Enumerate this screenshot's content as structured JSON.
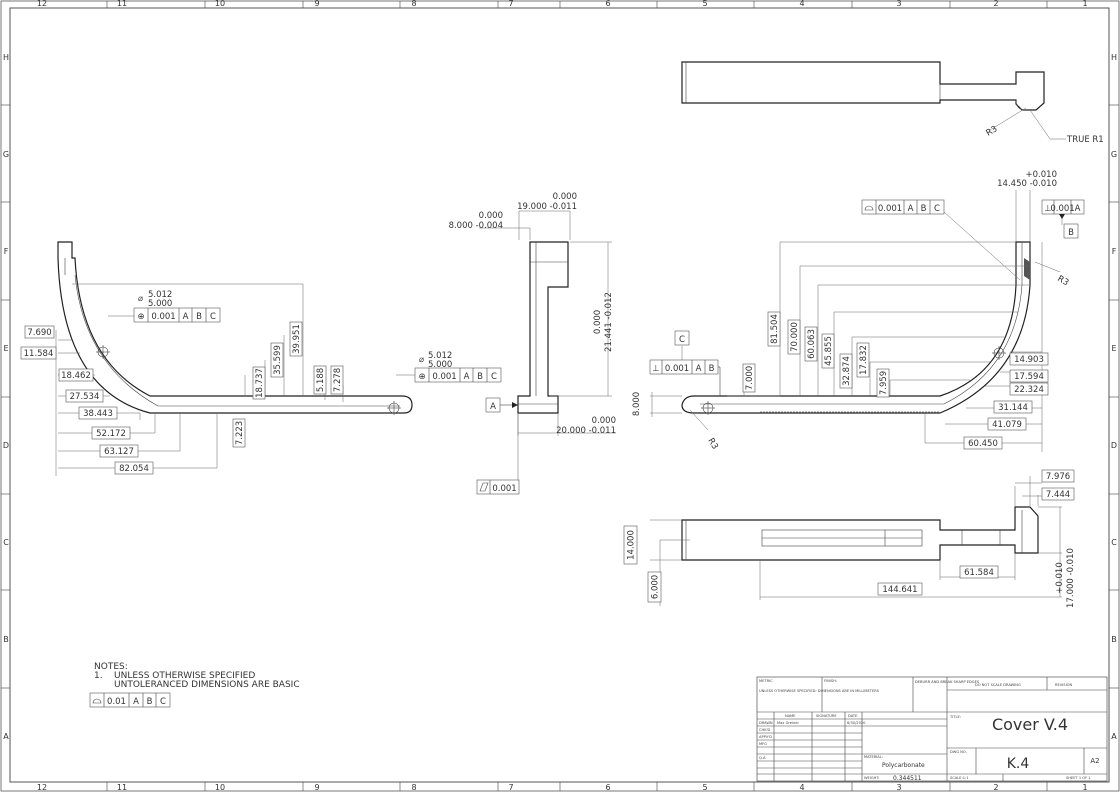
{
  "border": {
    "columns": [
      "12",
      "11",
      "10",
      "9",
      "8",
      "7",
      "6",
      "5",
      "4",
      "3",
      "2",
      "1"
    ],
    "rows": [
      "H",
      "G",
      "F",
      "E",
      "D",
      "C",
      "B",
      "A"
    ]
  },
  "notes": {
    "heading": "NOTES:",
    "item_number": "1.",
    "line1": "UNLESS OTHERWISE SPECIFIED",
    "line2": "UNTOLERANCED DIMENSIONS ARE BASIC",
    "fcf": [
      "0.01",
      "A",
      "B",
      "C"
    ]
  },
  "left_view": {
    "dims": [
      "7.690",
      "11.584",
      "18.462",
      "27.534",
      "38.443",
      "52.172",
      "63.127",
      "82.054",
      "7.223",
      "18.737",
      "35.599",
      "39.951",
      "5.188",
      "7.278"
    ],
    "hole1_dia": "5.012",
    "hole1_dia_low": "5.000",
    "hole1_fcf": [
      "0.001",
      "A",
      "B",
      "C"
    ],
    "hole2_dia": "5.012",
    "hole2_dia_low": "5.000",
    "hole2_fcf": [
      "0.001",
      "A",
      "B",
      "C"
    ]
  },
  "middle_view": {
    "top_tol_upper": "0.000",
    "top_tol": "19.000 -0.011",
    "left_tol_upper": "0.000",
    "left_tol": "8.000 -0.004",
    "height_tol_upper": "0.000",
    "height_tol": "21.441 -0.012",
    "bottom_tol_upper": "0.000",
    "bottom_tol": "20.000 -0.011",
    "datum": "A",
    "flatness": "0.001"
  },
  "right_view": {
    "profile_fcf": [
      "0.001",
      "A",
      "B",
      "C"
    ],
    "perp_fcf": [
      "0.001",
      "A"
    ],
    "datum_b": "B",
    "tol_upper": "+0.010",
    "tol_main": "14.450 -0.010",
    "radius": "R3",
    "radius_bottom": "R3",
    "vert_dims": [
      "81.504",
      "70.000",
      "60.063",
      "45.855",
      "32.874",
      "17.832",
      "7.959",
      "7.000",
      "8.000"
    ],
    "horiz_dims": [
      "14.903",
      "17.594",
      "22.324",
      "31.144",
      "41.079",
      "60.450"
    ],
    "datum_c": "C",
    "perp2_fcf": [
      "0.001",
      "A",
      "B"
    ]
  },
  "top_view": {
    "radius": "R3",
    "callout": "TRUE R1"
  },
  "bottom_view": {
    "dims": [
      "14.000",
      "6.000",
      "61.584",
      "144.641",
      "7.976",
      "7.444"
    ],
    "tol_upper": "+0.010",
    "tol_main": "17.000 -0.010"
  },
  "title_block": {
    "unless": "UNLESS OTHERWISE SPECIFIED: DIMENSIONS ARE IN MILLIMETERS",
    "metric": "METRIC",
    "finish": "FINISH:",
    "deburr": "DEBURR AND BREAK SHARP EDGES",
    "no_scale": "DO NOT SCALE DRAWING",
    "revision": "REVISION",
    "col_name": "NAME",
    "col_sig": "SIGNATURE",
    "col_date": "DATE",
    "drawn": "DRAWN",
    "drawn_name": "Max Greiner",
    "drawn_date": "6/30/2020",
    "chkd": "CHK'D",
    "appvd": "APPV'D",
    "mfg": "MFG",
    "qa": "Q.A",
    "material_label": "MATERIAL:",
    "material": "Polycarbonate",
    "weight_label": "WEIGHT:",
    "weight": "0.344511",
    "title_label": "TITLE:",
    "title": "Cover V.4",
    "dwg_label": "DWG NO.",
    "dwg_no": "K.4",
    "size": "A2",
    "scale": "SCALE:1:1",
    "sheet": "SHEET 1 OF 1"
  }
}
